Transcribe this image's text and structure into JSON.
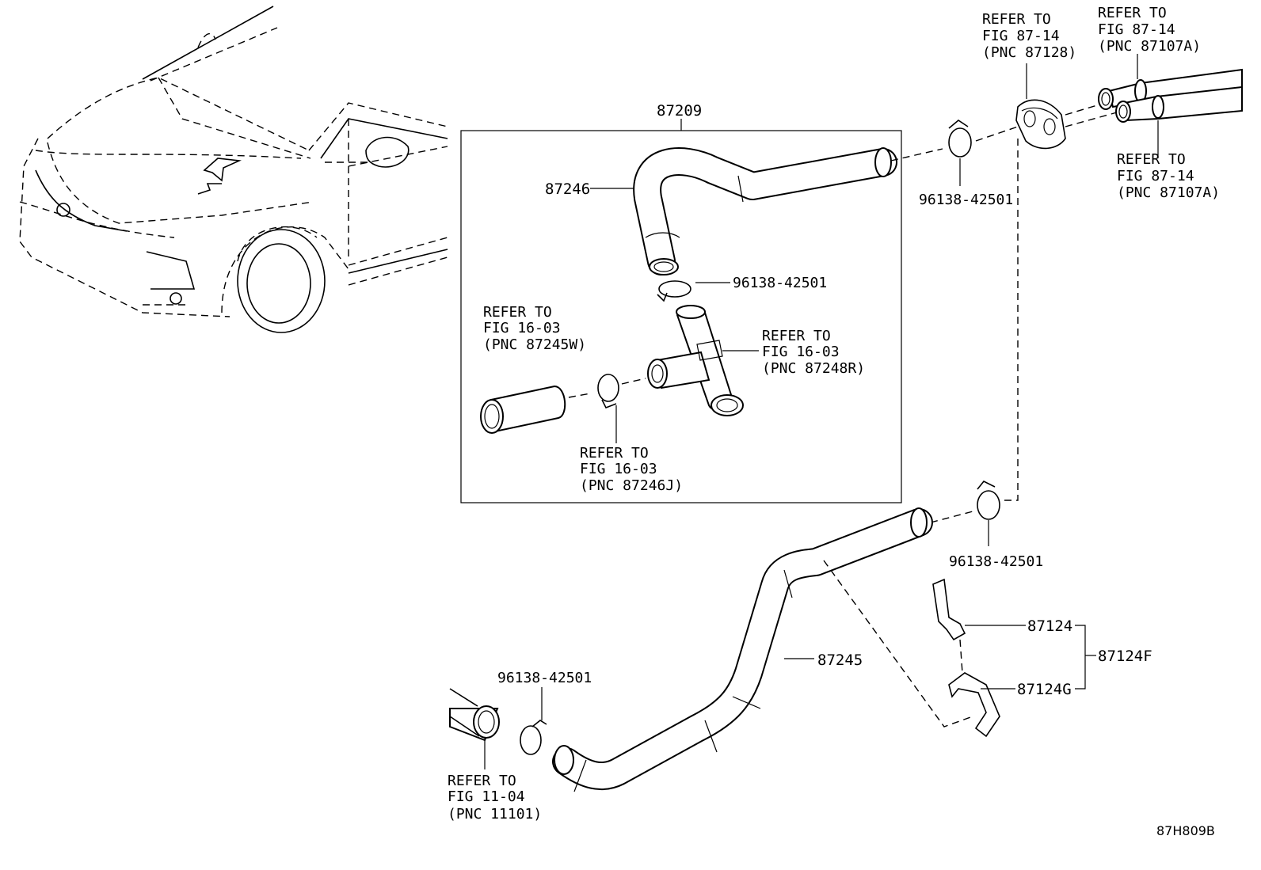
{
  "diagram_code": "87H809B",
  "assembly": {
    "number": "87209"
  },
  "parts": {
    "hose_upper": "87246",
    "hose_lower": "87245",
    "clip_set": "87124F",
    "clip_a": "87124",
    "clip_b": "87124G"
  },
  "clamps": {
    "top_right": "96138-42501",
    "box": "96138-42501",
    "mid_right": "96138-42501",
    "bottom_left": "96138-42501"
  },
  "refs": {
    "grommet": [
      "REFER TO",
      "FIG 87-14",
      "(PNC 87128)"
    ],
    "pipe_top": [
      "REFER TO",
      "FIG 87-14",
      "(PNC 87107A)"
    ],
    "pipe_bottom": [
      "REFER TO",
      "FIG 87-14",
      "(PNC 87107A)"
    ],
    "hose_left": [
      "REFER TO",
      "FIG 16-03",
      "(PNC 87245W)"
    ],
    "tee": [
      "REFER TO",
      "FIG 16-03",
      "(PNC 87248R)"
    ],
    "clamp_small": [
      "REFER TO",
      "FIG 16-03",
      "(PNC 87246J)"
    ],
    "engine_pipe": [
      "REFER TO",
      "FIG 11-04",
      "(PNC 11101)"
    ]
  }
}
